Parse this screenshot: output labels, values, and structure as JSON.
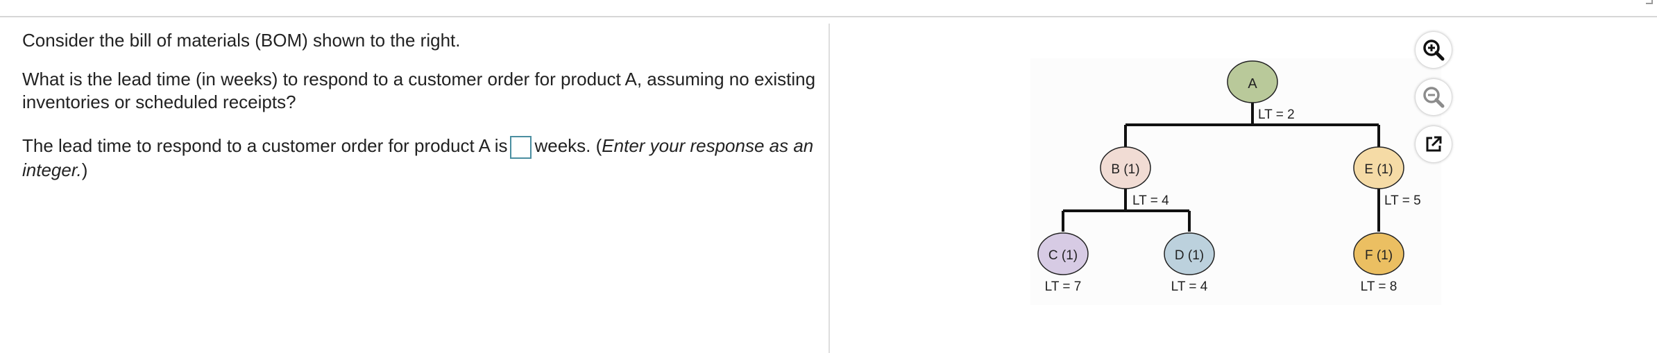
{
  "question": {
    "intro": "Consider the bill of materials (BOM) shown to the right.",
    "ask": "What is the lead time (in weeks) to respond to a customer order for product A, assuming no existing inventories or scheduled receipts?",
    "answer_prefix": "The lead time to respond to a customer order for product A is",
    "answer_value": "",
    "answer_suffix_plain": "weeks. (",
    "answer_suffix_italic": "Enter your response as an integer.",
    "answer_suffix_end": ")"
  },
  "bom": {
    "nodes": [
      {
        "id": "A",
        "label": "A",
        "lt": "LT = 2",
        "color": "#b9c99a"
      },
      {
        "id": "B",
        "label": "B (1)",
        "lt": "LT = 4",
        "color": "#f1dcd4"
      },
      {
        "id": "E",
        "label": "E (1)",
        "lt": "LT = 5",
        "color": "#f5dba6"
      },
      {
        "id": "C",
        "label": "C (1)",
        "lt": "LT = 7",
        "color": "#d7cbe4"
      },
      {
        "id": "D",
        "label": "D (1)",
        "lt": "LT = 4",
        "color": "#bcd1dd"
      },
      {
        "id": "F",
        "label": "F (1)",
        "lt": "LT = 8",
        "color": "#ebbf62"
      }
    ]
  },
  "tools": {
    "zoom_in": "magnify-plus-icon",
    "zoom_out": "magnify-minus-icon",
    "popout": "popout-icon"
  }
}
